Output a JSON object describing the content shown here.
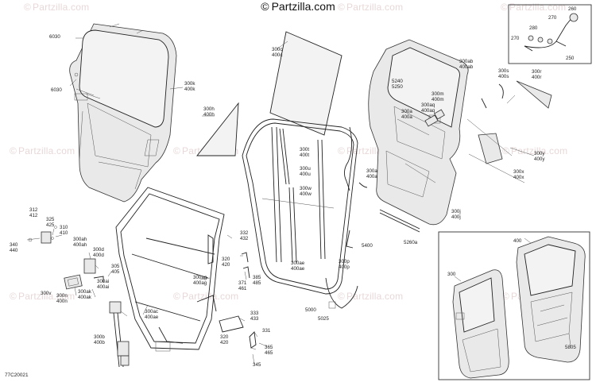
{
  "brand": {
    "copyright_symbol": "©",
    "site": "Partzilla.com"
  },
  "diagram_ref": "77C20021",
  "watermark": {
    "copyright_symbol": "©",
    "text": "Partzilla.com"
  },
  "labels": [
    {
      "id": "6030-top",
      "text": "6030"
    },
    {
      "id": "6030-left",
      "text": "6030"
    },
    {
      "id": "300k",
      "text": "300k\n400k"
    },
    {
      "id": "300h",
      "text": "300h\n400h"
    },
    {
      "id": "300c",
      "text": "300c\n400c"
    },
    {
      "id": "300t",
      "text": "300t\n400t"
    },
    {
      "id": "300u",
      "text": "300u\n400u"
    },
    {
      "id": "300w",
      "text": "300w\n400w"
    },
    {
      "id": "300a-mid",
      "text": "300a\n400a"
    },
    {
      "id": "5240",
      "text": "5240\n5250"
    },
    {
      "id": "300m",
      "text": "300m\n400m"
    },
    {
      "id": "300aq",
      "text": "300aq\n400aq"
    },
    {
      "id": "300a-in",
      "text": "300a\n400a"
    },
    {
      "id": "300ab",
      "text": "300ab\n400ab"
    },
    {
      "id": "300s",
      "text": "300s\n400s"
    },
    {
      "id": "300r",
      "text": "300r\n400r"
    },
    {
      "id": "300y",
      "text": "300y\n400y"
    },
    {
      "id": "300x",
      "text": "300x\n400x"
    },
    {
      "id": "300j",
      "text": "300j\n400j"
    },
    {
      "id": "5260a",
      "text": "5260a"
    },
    {
      "id": "5400",
      "text": "5400"
    },
    {
      "id": "300p",
      "text": "300p\n400p"
    },
    {
      "id": "300ae",
      "text": "300ae\n400ae"
    },
    {
      "id": "5000",
      "text": "5000"
    },
    {
      "id": "5025",
      "text": "5025"
    },
    {
      "id": "312",
      "text": "312\n412"
    },
    {
      "id": "325",
      "text": "325\n425"
    },
    {
      "id": "310",
      "text": "310\n410"
    },
    {
      "id": "340",
      "text": "340\n440"
    },
    {
      "id": "300ah",
      "text": "300ah\n400ah"
    },
    {
      "id": "300d",
      "text": "300d\n400d"
    },
    {
      "id": "305",
      "text": "305\n405"
    },
    {
      "id": "300ai",
      "text": "300ai\n400ai"
    },
    {
      "id": "300v",
      "text": "300v"
    },
    {
      "id": "300n",
      "text": "300n\n400n"
    },
    {
      "id": "300ak",
      "text": "300ak\n400ak"
    },
    {
      "id": "332",
      "text": "332\n432"
    },
    {
      "id": "320-a",
      "text": "320\n420"
    },
    {
      "id": "300ag",
      "text": "300ag\n400ag"
    },
    {
      "id": "371",
      "text": "371\n461"
    },
    {
      "id": "385",
      "text": "385\n485"
    },
    {
      "id": "300ac",
      "text": "300ac\n400ae"
    },
    {
      "id": "333",
      "text": "333\n433"
    },
    {
      "id": "331",
      "text": "331"
    },
    {
      "id": "320-b",
      "text": "320\n420"
    },
    {
      "id": "365",
      "text": "365\n465"
    },
    {
      "id": "345",
      "text": "345"
    },
    {
      "id": "300b",
      "text": "300b\n400b"
    },
    {
      "id": "260",
      "text": "260"
    },
    {
      "id": "270-a",
      "text": "270"
    },
    {
      "id": "280",
      "text": "280"
    },
    {
      "id": "270-b",
      "text": "270"
    },
    {
      "id": "250",
      "text": "250"
    },
    {
      "id": "300-asm",
      "text": "300"
    },
    {
      "id": "400-asm",
      "text": "400"
    },
    {
      "id": "5805",
      "text": "5805"
    }
  ]
}
